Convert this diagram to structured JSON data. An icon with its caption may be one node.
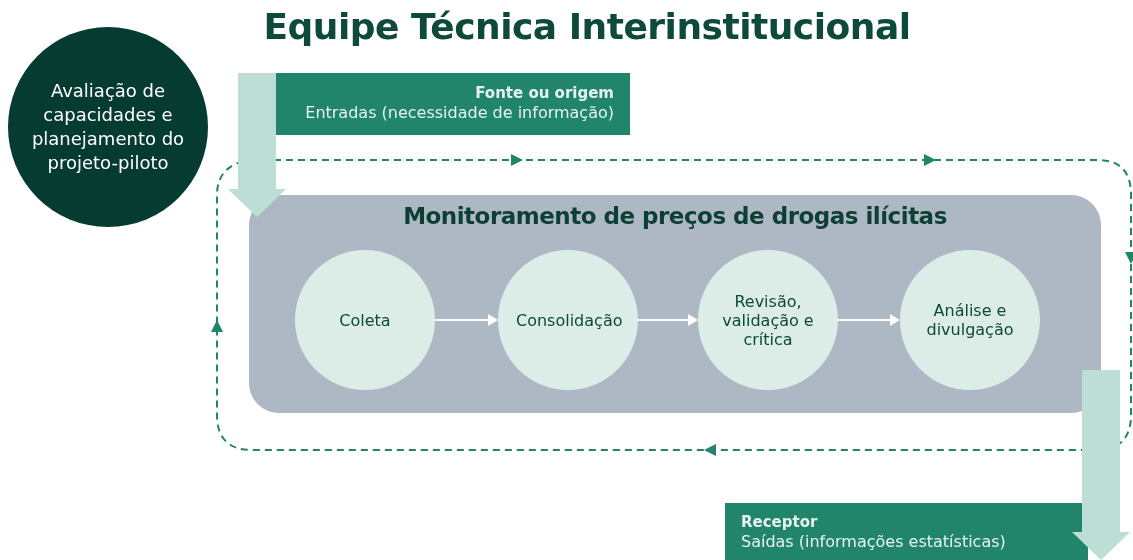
{
  "diagram": {
    "title": "Equipe Técnica Interinstitucional",
    "nodes": [
      {
        "text": [
          "Avaliação de capacidades e planejamento do projeto-piloto"
        ]
      },
      {
        "text": [
          "Fonte ou origem",
          "Entradas (necessidade de informação)"
        ]
      },
      {
        "text": [
          "Monitoramento de preços de drogas ilícitas"
        ]
      },
      {
        "text": [
          "Coleta"
        ],
        "in": 2
      },
      {
        "text": [
          "Consolidação"
        ],
        "in": 2
      },
      {
        "text": [
          "Revisão, validação e crítica"
        ],
        "in": 2
      },
      {
        "text": [
          "Análise e divulgação"
        ],
        "in": 2
      },
      {
        "text": [
          "Receptor",
          "Saídas (informações estatísticas)"
        ]
      }
    ],
    "edges": [
      {
        "from": 1,
        "to": 2,
        "arrow": "to",
        "style": "thick",
        "color": "#bcded4"
      },
      {
        "from": 3,
        "to": 4,
        "arrow": "to"
      },
      {
        "from": 4,
        "to": 5,
        "arrow": "to"
      },
      {
        "from": 5,
        "to": 6,
        "arrow": "to"
      },
      {
        "from": 2,
        "to": 7,
        "arrow": "to",
        "style": "thick",
        "color": "#bcded4"
      }
    ]
  }
}
